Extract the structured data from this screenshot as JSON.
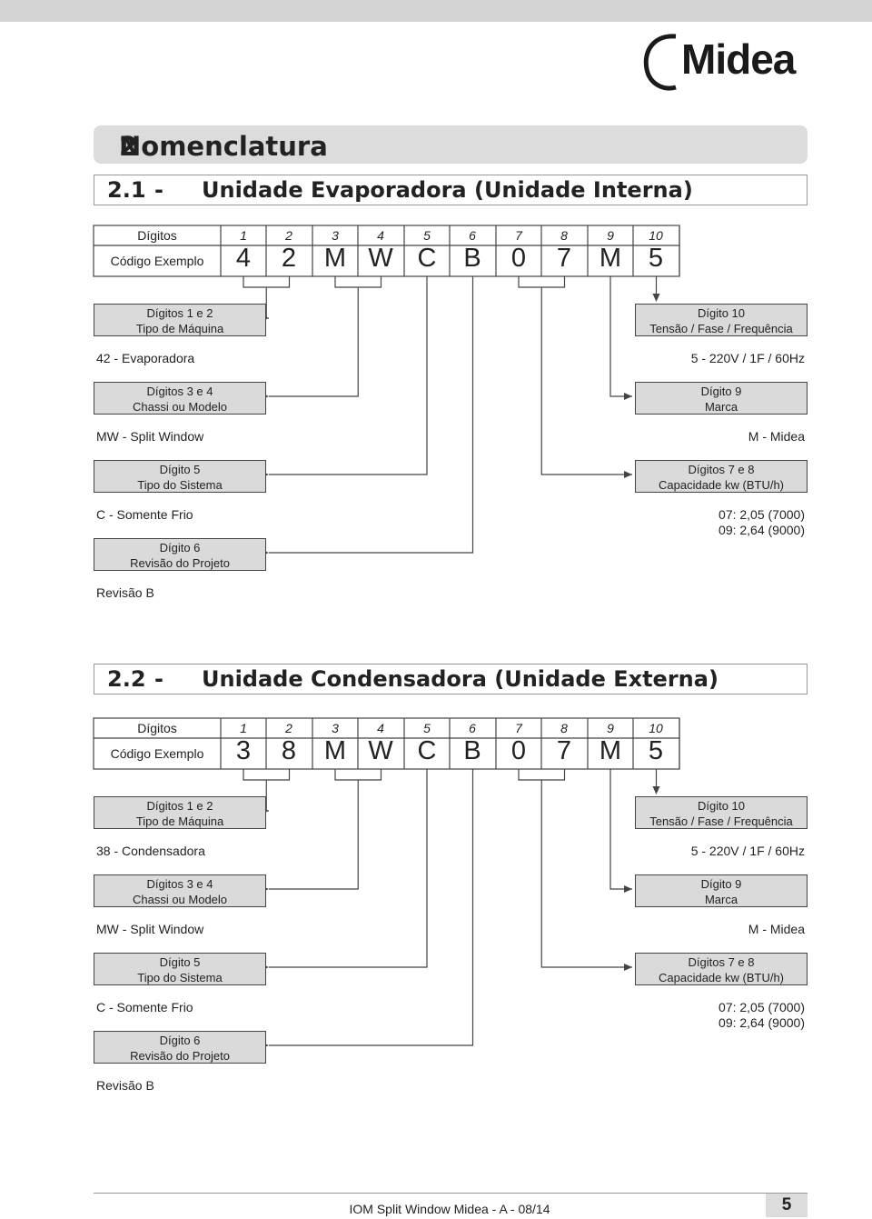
{
  "brand": {
    "logo_text": "Midea"
  },
  "heading": {
    "number": "2 -",
    "title": "Nomenclatura"
  },
  "sections": [
    {
      "number": "2.1",
      "dash": "-",
      "title": "Unidade Evaporadora (Unidade Interna)",
      "digits_label": "Dígitos",
      "code_label": "Código Exemplo",
      "digits": [
        "1",
        "2",
        "3",
        "4",
        "5",
        "6",
        "7",
        "8",
        "9",
        "10"
      ],
      "code": [
        "4",
        "2",
        "M",
        "W",
        "C",
        "B",
        "0",
        "7",
        "M",
        "5"
      ],
      "left": [
        {
          "box1": "Dígitos 1 e 2",
          "box2": "Tipo de Máquina",
          "value": "42 - Evaporadora"
        },
        {
          "box1": "Dígitos 3 e 4",
          "box2": "Chassi ou Modelo",
          "value": "MW - Split Window"
        },
        {
          "box1": "Dígito 5",
          "box2": "Tipo do Sistema",
          "value": "C - Somente Frio"
        },
        {
          "box1": "Dígito 6",
          "box2": "Revisão do Projeto",
          "value": "Revisão B"
        }
      ],
      "right": [
        {
          "box1": "Dígito 10",
          "box2": "Tensão / Fase / Frequência",
          "value": "5 - 220V / 1F / 60Hz"
        },
        {
          "box1": "Dígito 9",
          "box2": "Marca",
          "value": "M - Midea"
        },
        {
          "box1": "Dígitos 7 e 8",
          "box2": "Capacidade kw (BTU/h)",
          "value": "07: 2,05 (7000)",
          "value2": "09: 2,64 (9000)"
        }
      ]
    },
    {
      "number": "2.2",
      "dash": "-",
      "title": "Unidade Condensadora (Unidade Externa)",
      "digits_label": "Dígitos",
      "code_label": "Código Exemplo",
      "digits": [
        "1",
        "2",
        "3",
        "4",
        "5",
        "6",
        "7",
        "8",
        "9",
        "10"
      ],
      "code": [
        "3",
        "8",
        "M",
        "W",
        "C",
        "B",
        "0",
        "7",
        "M",
        "5"
      ],
      "left": [
        {
          "box1": "Dígitos 1 e 2",
          "box2": "Tipo de Máquina",
          "value": "38 - Condensadora"
        },
        {
          "box1": "Dígitos 3 e 4",
          "box2": "Chassi ou Modelo",
          "value": "MW - Split Window"
        },
        {
          "box1": "Dígito 5",
          "box2": "Tipo do Sistema",
          "value": "C - Somente Frio"
        },
        {
          "box1": "Dígito 6",
          "box2": "Revisão do Projeto",
          "value": "Revisão B"
        }
      ],
      "right": [
        {
          "box1": "Dígito 10",
          "box2": "Tensão / Fase / Frequência",
          "value": "5 - 220V / 1F / 60Hz"
        },
        {
          "box1": "Dígito 9",
          "box2": "Marca",
          "value": "M - Midea"
        },
        {
          "box1": "Dígitos 7 e 8",
          "box2": "Capacidade kw (BTU/h)",
          "value": "07: 2,05 (7000)",
          "value2": "09: 2,64 (9000)"
        }
      ]
    }
  ],
  "footer": {
    "text": "IOM Split Window Midea - A - 08/14",
    "page": "5"
  }
}
